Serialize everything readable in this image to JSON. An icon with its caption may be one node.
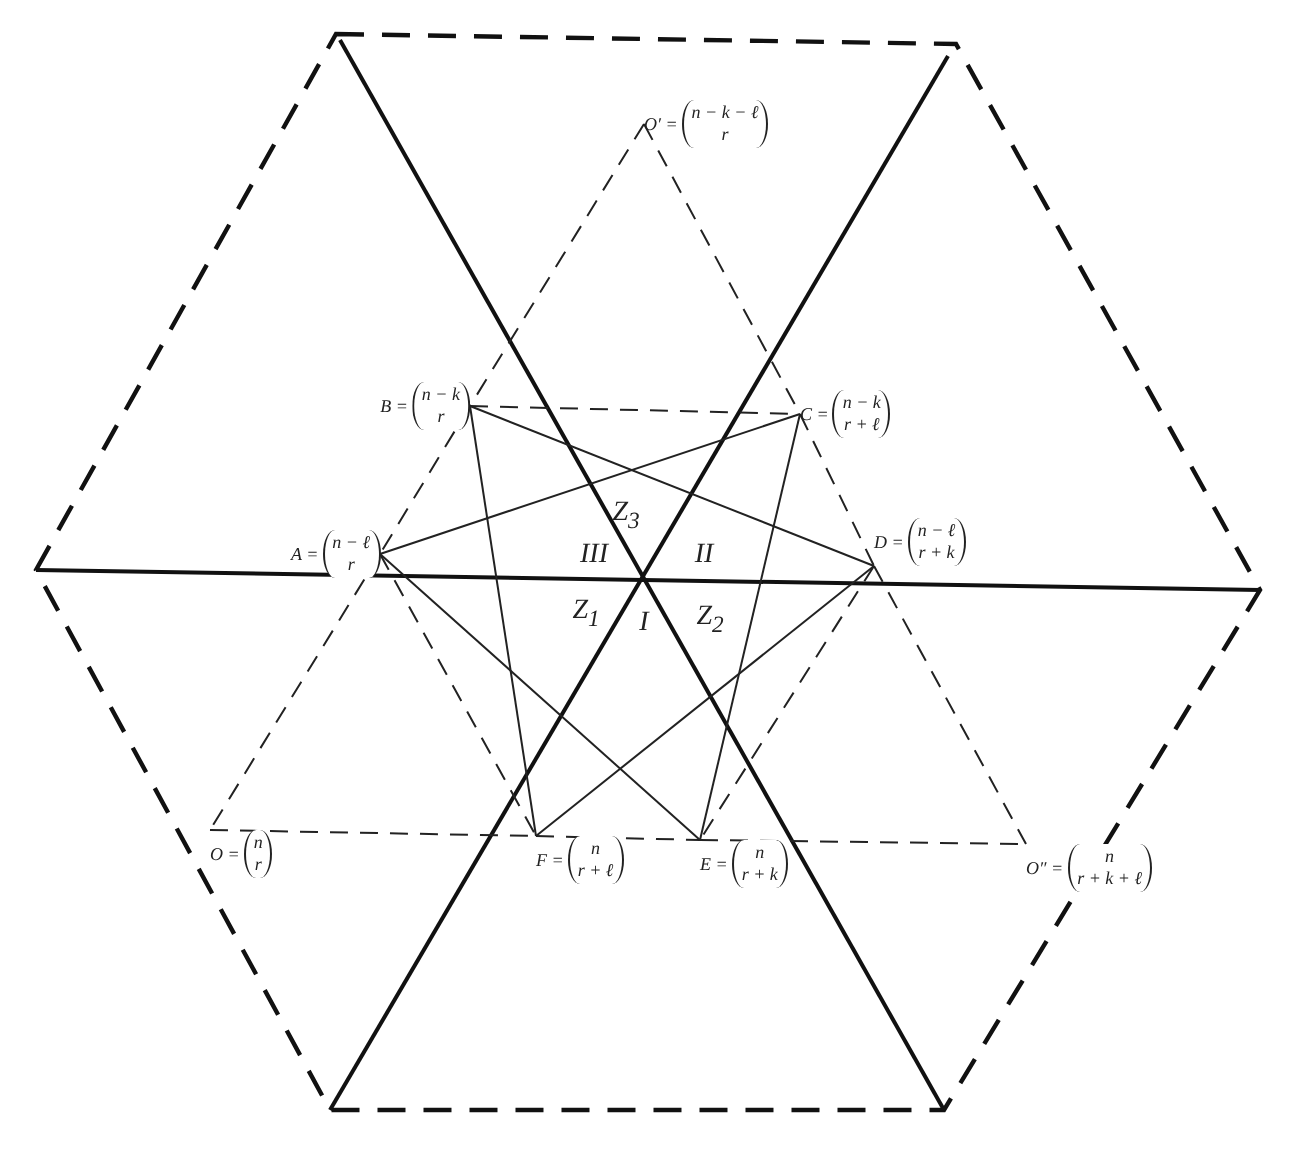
{
  "diagram": {
    "nodes": [
      {
        "text": [
          "O′ =",
          "n − k − ℓ",
          "r"
        ]
      },
      {
        "text": [
          "B =",
          "n − k",
          "r"
        ]
      },
      {
        "text": [
          "C =",
          "n − k",
          "r + ℓ"
        ]
      },
      {
        "text": [
          "A =",
          "n − ℓ",
          "r"
        ]
      },
      {
        "text": [
          "D =",
          "n − ℓ",
          "r + k"
        ]
      },
      {
        "text": [
          "O =",
          "n",
          "r"
        ]
      },
      {
        "text": [
          "F =",
          "n",
          "r + ℓ"
        ]
      },
      {
        "text": [
          "E =",
          "n",
          "r + k"
        ]
      },
      {
        "text": [
          "O″ =",
          "n",
          "r + k + ℓ"
        ]
      }
    ],
    "edges": [
      {
        "from": 0,
        "to": 1,
        "arrow": "none",
        "style": "dashed"
      },
      {
        "from": 1,
        "to": 3,
        "arrow": "none",
        "style": "dashed"
      },
      {
        "from": 3,
        "to": 5,
        "arrow": "none",
        "style": "dashed"
      },
      {
        "from": 0,
        "to": 2,
        "arrow": "none",
        "style": "dashed"
      },
      {
        "from": 2,
        "to": 4,
        "arrow": "none",
        "style": "dashed"
      },
      {
        "from": 4,
        "to": 8,
        "arrow": "none",
        "style": "dashed"
      },
      {
        "from": 5,
        "to": 6,
        "arrow": "none",
        "style": "dashed"
      },
      {
        "from": 6,
        "to": 7,
        "arrow": "none",
        "style": "dashed"
      },
      {
        "from": 7,
        "to": 8,
        "arrow": "none",
        "style": "dashed"
      },
      {
        "from": 1,
        "to": 2,
        "arrow": "none",
        "style": "dashed"
      },
      {
        "from": 3,
        "to": 6,
        "arrow": "none",
        "style": "dashed"
      },
      {
        "from": 4,
        "to": 7,
        "arrow": "none",
        "style": "dashed"
      },
      {
        "from": 1,
        "to": 6,
        "arrow": "none"
      },
      {
        "from": 1,
        "to": 4,
        "arrow": "none"
      },
      {
        "from": 6,
        "to": 4,
        "arrow": "none"
      },
      {
        "from": 3,
        "to": 2,
        "arrow": "none"
      },
      {
        "from": 2,
        "to": 7,
        "arrow": "none"
      },
      {
        "from": 3,
        "to": 7,
        "arrow": "none"
      }
    ],
    "labels": [
      "Z$_{3}$",
      "III",
      "II",
      "Z$_{1}$",
      "I",
      "Z$_{2}$"
    ]
  }
}
